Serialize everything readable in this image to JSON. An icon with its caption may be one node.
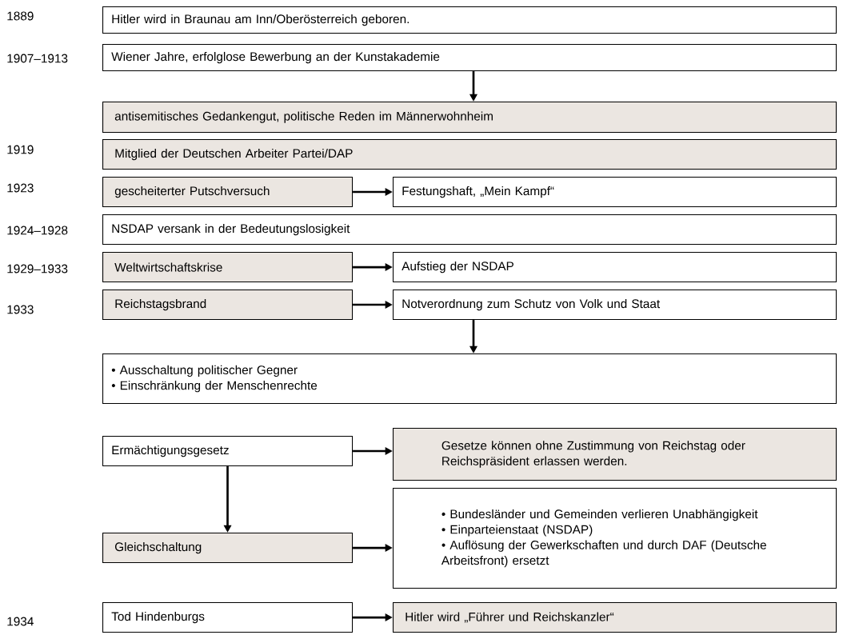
{
  "diagram": {
    "nodes": [
      {
        "text": [
          "Hitler wird in Braunau am Inn/Oberösterreich geboren."
        ]
      },
      {
        "text": [
          "Wiener Jahre, erfolglose Bewerbung an der Kunstakademie"
        ]
      },
      {
        "text": [
          "antisemitisches Gedankengut, politische Reden im Männerwohnheim"
        ]
      },
      {
        "text": [
          "Mitglied der Deutschen Arbeiter Partei/DAP"
        ]
      },
      {
        "text": [
          "gescheiterter Putschversuch"
        ]
      },
      {
        "text": [
          "Festungshaft, „Mein Kampf“"
        ]
      },
      {
        "text": [
          "NSDAP versank in der Bedeutungslosigkeit"
        ]
      },
      {
        "text": [
          "Weltwirtschaftskrise"
        ]
      },
      {
        "text": [
          "Aufstieg der NSDAP"
        ]
      },
      {
        "text": [
          "Reichstagsbrand"
        ]
      },
      {
        "text": [
          "Notverordnung zum Schutz von Volk und Staat"
        ]
      },
      {
        "text": [
          "• Ausschaltung politischer Gegner",
          "• Einschränkung der Menschenrechte"
        ]
      },
      {
        "text": [
          "Ermächtigungsgesetz"
        ]
      },
      {
        "text": [
          "Gesetze können ohne Zustimmung von Reichstag oder Reichspräsident erlassen werden."
        ]
      },
      {
        "text": [
          "Gleichschaltung"
        ]
      },
      {
        "text": [
          "• Bundesländer und Gemeinden verlieren Unabhängigkeit",
          "• Einparteienstaat (NSDAP)",
          "• Auflösung der Gewerkschaften und durch DAF (Deutsche Arbeitsfront) ersetzt"
        ]
      },
      {
        "text": [
          "Tod Hindenburgs"
        ]
      },
      {
        "text": [
          "Hitler wird „Führer und Reichskanzler“"
        ]
      }
    ],
    "edges": [
      {
        "from": 1,
        "to": 2,
        "arrow": "to"
      },
      {
        "from": 4,
        "to": 5,
        "arrow": "to"
      },
      {
        "from": 7,
        "to": 8,
        "arrow": "to"
      },
      {
        "from": 9,
        "to": 10,
        "arrow": "to"
      },
      {
        "from": 10,
        "to": 11,
        "arrow": "to"
      },
      {
        "from": 12,
        "to": 13,
        "arrow": "to"
      },
      {
        "from": 12,
        "to": 14,
        "arrow": "to"
      },
      {
        "from": 14,
        "to": 15,
        "arrow": "to"
      },
      {
        "from": 16,
        "to": 17,
        "arrow": "to"
      }
    ],
    "labels": [
      "1889",
      "1907–1913",
      "1919",
      "1923",
      "1924–1928",
      "1929–1933",
      "1933",
      "1934"
    ]
  }
}
